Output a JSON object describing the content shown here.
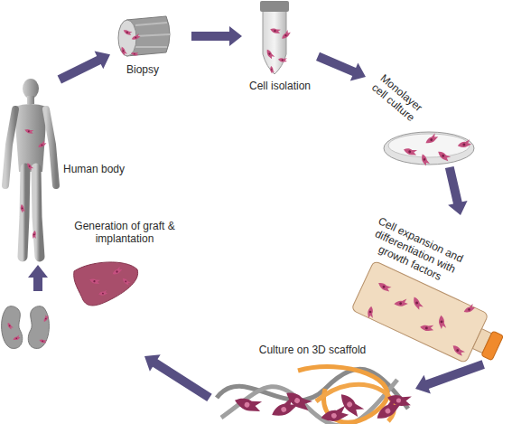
{
  "diagram": {
    "nodes": [
      {
        "text": [
          "Human body"
        ]
      },
      {
        "text": [
          "Biopsy"
        ]
      },
      {
        "text": [
          "Cell isolation"
        ]
      },
      {
        "text": [
          "Monolayer cell culture"
        ]
      },
      {
        "text": [
          "Cell expansion and differentiation with growth factors"
        ]
      },
      {
        "text": [
          "Culture on 3D scaffold"
        ]
      },
      {
        "text": [
          "Generation of graft & implantation"
        ]
      }
    ],
    "edges": [
      {
        "from": 0,
        "to": 1,
        "arrow": "to"
      },
      {
        "from": 1,
        "to": 2,
        "arrow": "to"
      },
      {
        "from": 2,
        "to": 3,
        "arrow": "to"
      },
      {
        "from": 3,
        "to": 4,
        "arrow": "to"
      },
      {
        "from": 4,
        "to": 5,
        "arrow": "to"
      },
      {
        "from": 5,
        "to": 6,
        "arrow": "to"
      },
      {
        "from": 6,
        "to": 0,
        "arrow": "to"
      }
    ]
  }
}
